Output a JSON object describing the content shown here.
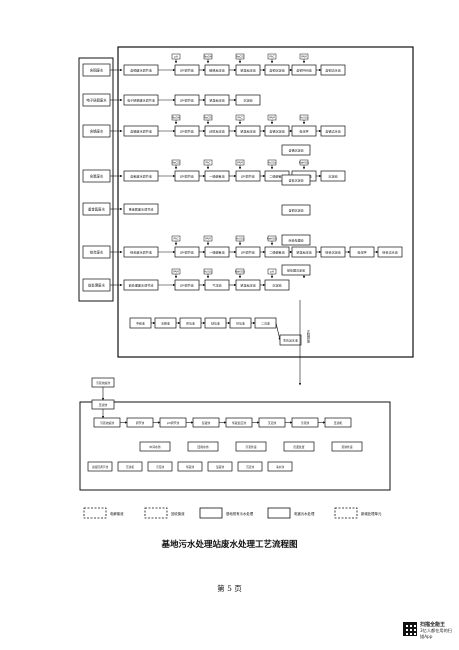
{
  "title": "基地污水处理站废水处理工艺流程图",
  "page_number": "第 5 页",
  "scanner": {
    "name": "扫描全能王",
    "subtitle": "3亿人都在用的扫描App"
  },
  "sources": [
    {
      "label": "含铜废水"
    },
    {
      "label": "电子研磨废水"
    },
    {
      "label": "含铬废水"
    },
    {
      "label": "含氰废水"
    },
    {
      "label": "重金属废水"
    },
    {
      "label": "综合废水"
    },
    {
      "label": "前处理废水"
    }
  ],
  "dosing": [
    {
      "label": "pH"
    },
    {
      "label": "NaOH"
    },
    {
      "label": "NaClO"
    },
    {
      "label": "PAC"
    },
    {
      "label": "PAM"
    },
    {
      "label": "H₂SO₄"
    },
    {
      "label": "NaHSO₃"
    }
  ],
  "lines": [
    {
      "units": [
        "含铜废水调节池",
        "pH调节池",
        "破络反应池",
        "絮凝反应池",
        "含铜沉淀池",
        "含铜中间池",
        "含铜清水池"
      ]
    },
    {
      "units": [
        "电子研磨废水调节池",
        "pH调节池",
        "絮凝反应池",
        "沉淀池"
      ]
    },
    {
      "units": [
        "含铬废水调节池",
        "pH调节池",
        "还原反应池",
        "絮凝反应池",
        "含铬沉淀池",
        "电化学",
        "含铬清水池"
      ]
    },
    {
      "units": [
        "含氰废水调节池",
        "pH调节池",
        "一级破氰池",
        "pH调节池",
        "二级破氰池",
        "絮凝反应池",
        "沉淀池"
      ]
    },
    {
      "units": [
        "重金属废水调节池"
      ]
    },
    {
      "units": [
        "综合废水调节池",
        "pH调节池",
        "一级破氰池",
        "pH调节池",
        "二级破氰池",
        "絮凝反应池",
        "综合沉淀池",
        "电化学",
        "综合清水池"
      ]
    },
    {
      "units": [
        "前处理废水调节池",
        "pH调节池",
        "气浮池",
        "絮凝反应池",
        "沉淀池"
      ]
    }
  ],
  "mid_units": [
    "含铬沉淀池",
    "含氰沉淀池",
    "含铜沉淀池",
    "综合处理池",
    "前处理沉淀池"
  ],
  "bio_line": [
    "中和池",
    "水解池",
    "厌氧池",
    "缺氧池",
    "好氧池",
    "二沉池",
    "生化出水池"
  ],
  "discharge_label": "达标排放",
  "sludge": {
    "top": [
      "污泥浓缩池",
      "调节池",
      "pH调节池",
      "混凝池",
      "絮凝反应池",
      "沉淀池",
      "污泥池",
      "压滤机"
    ],
    "bottom": [
      "滤液回调节池",
      "压滤机",
      "污泥池",
      "絮凝池",
      "混凝池",
      "沉淀池",
      "清水池"
    ],
    "side": [
      "污泥浓缩池",
      "压滤池"
    ],
    "extras": [
      "中间水池",
      "回用水池",
      "污泥外运",
      "危废处置",
      "泥饼外运"
    ]
  },
  "legend": [
    {
      "label": "电解废液"
    },
    {
      "label": "回收废液"
    },
    {
      "label": "基地现有污水处理"
    },
    {
      "label": "电镀污水处理"
    },
    {
      "label": "新增处理单元"
    }
  ]
}
